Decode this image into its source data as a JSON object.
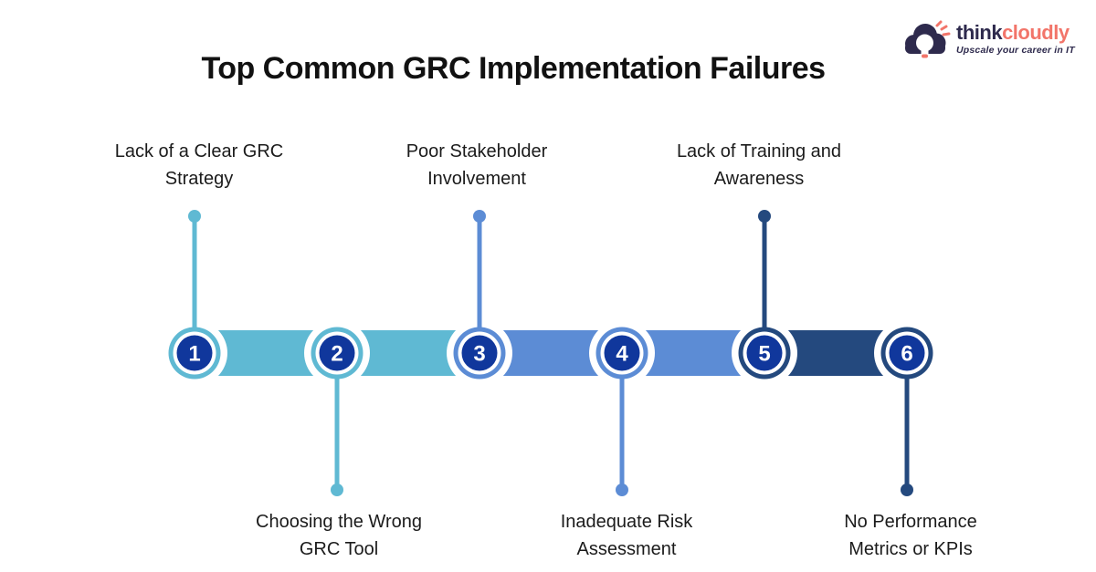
{
  "title": "Top Common GRC Implementation Failures",
  "logo": {
    "brand_think": "think",
    "brand_cloudly": "cloudly",
    "tagline": "Upscale your career in IT",
    "navy": "#2e2a4d",
    "coral": "#f2756a"
  },
  "colors": {
    "teal": "#5FB9D3",
    "blue": "#5C8CD5",
    "navy": "#24497E",
    "step_circle": "#10379C",
    "white": "#ffffff"
  },
  "timeline": {
    "steps": [
      {
        "number": "1",
        "lines": [
          "Lack of a Clear GRC",
          "Strategy"
        ],
        "position": "above",
        "color": "teal"
      },
      {
        "number": "2",
        "lines": [
          "Choosing the Wrong",
          "GRC Tool"
        ],
        "position": "below",
        "color": "teal"
      },
      {
        "number": "3",
        "lines": [
          "Poor Stakeholder",
          "Involvement"
        ],
        "position": "above",
        "color": "blue"
      },
      {
        "number": "4",
        "lines": [
          "Inadequate Risk",
          "Assessment"
        ],
        "position": "below",
        "color": "blue"
      },
      {
        "number": "5",
        "lines": [
          "Lack of Training and",
          "Awareness"
        ],
        "position": "above",
        "color": "navy"
      },
      {
        "number": "6",
        "lines": [
          "No Performance",
          "Metrics or KPIs"
        ],
        "position": "below",
        "color": "navy"
      }
    ]
  }
}
